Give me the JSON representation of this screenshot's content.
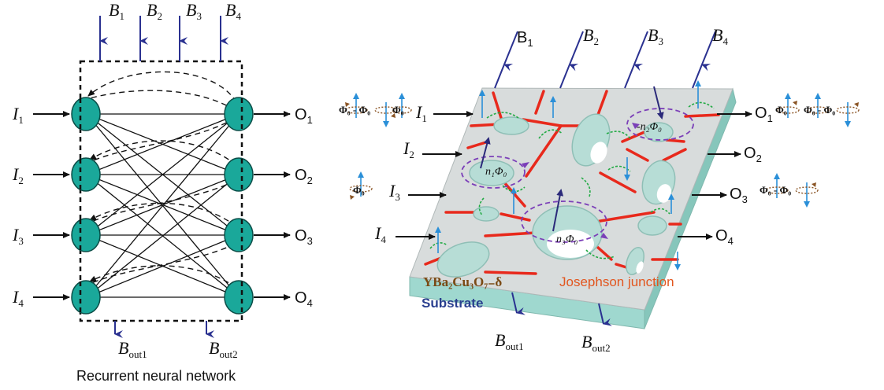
{
  "rnn": {
    "bias_inputs": [
      {
        "main": "B",
        "sub": "1"
      },
      {
        "main": "B",
        "sub": "2"
      },
      {
        "main": "B",
        "sub": "3"
      },
      {
        "main": "B",
        "sub": "4"
      }
    ],
    "inputs": [
      {
        "main": "I",
        "sub": "1"
      },
      {
        "main": "I",
        "sub": "2"
      },
      {
        "main": "I",
        "sub": "3"
      },
      {
        "main": "I",
        "sub": "4"
      }
    ],
    "outputs": [
      {
        "main": "O",
        "sub": "1"
      },
      {
        "main": "O",
        "sub": "2"
      },
      {
        "main": "O",
        "sub": "3"
      },
      {
        "main": "O",
        "sub": "4"
      }
    ],
    "bias_outputs": [
      {
        "main": "B",
        "sub": "out1"
      },
      {
        "main": "B",
        "sub": "out2"
      }
    ],
    "caption": "Recurrent neural network"
  },
  "device": {
    "bias_inputs": [
      {
        "main": "B",
        "sub": "1"
      },
      {
        "main": "B",
        "sub": "2"
      },
      {
        "main": "B",
        "sub": "3"
      },
      {
        "main": "B",
        "sub": "4"
      }
    ],
    "inputs": [
      {
        "main": "I",
        "sub": "1"
      },
      {
        "main": "I",
        "sub": "2"
      },
      {
        "main": "I",
        "sub": "3"
      },
      {
        "main": "I",
        "sub": "4"
      }
    ],
    "outputs": [
      {
        "main": "O",
        "sub": "1"
      },
      {
        "main": "O",
        "sub": "2"
      },
      {
        "main": "O",
        "sub": "3"
      },
      {
        "main": "O",
        "sub": "4"
      }
    ],
    "bias_outputs": [
      {
        "main": "B",
        "sub": "out1"
      },
      {
        "main": "B",
        "sub": "out2"
      }
    ],
    "flux_labels": {
      "n1": "n₁Φ₀",
      "n2": "-n₂Φ₀",
      "n3": "n₃Φ₀"
    },
    "phi_labels": {
      "in1_left": "Φ₀ - Φ₀",
      "in1_right": "Φ₀",
      "in3": "Φ₀",
      "out1_left": "Φ₀",
      "out1_right": "Φ₀ - Φ₀",
      "out3": "Φ₀ - Φ₀"
    },
    "material_label": "YBa₂Cu₃O₇₋δ",
    "substrate_label": "Substrate",
    "junction_label": "Josephson junction"
  },
  "colors": {
    "neuron": "#1aa89a",
    "bias_arrow": "#2a3190",
    "junction": "#e8291c",
    "substrate_top": "#d8dcdc",
    "substrate_side": "#9fd8cf",
    "hole": "#b7ddd6",
    "current_arrow": "#2a8fd8",
    "flux_arrow": "#2b2a7a",
    "vortex": "#7b3fb8",
    "green_loop": "#22aa44",
    "brown_loop": "#8a5424"
  }
}
